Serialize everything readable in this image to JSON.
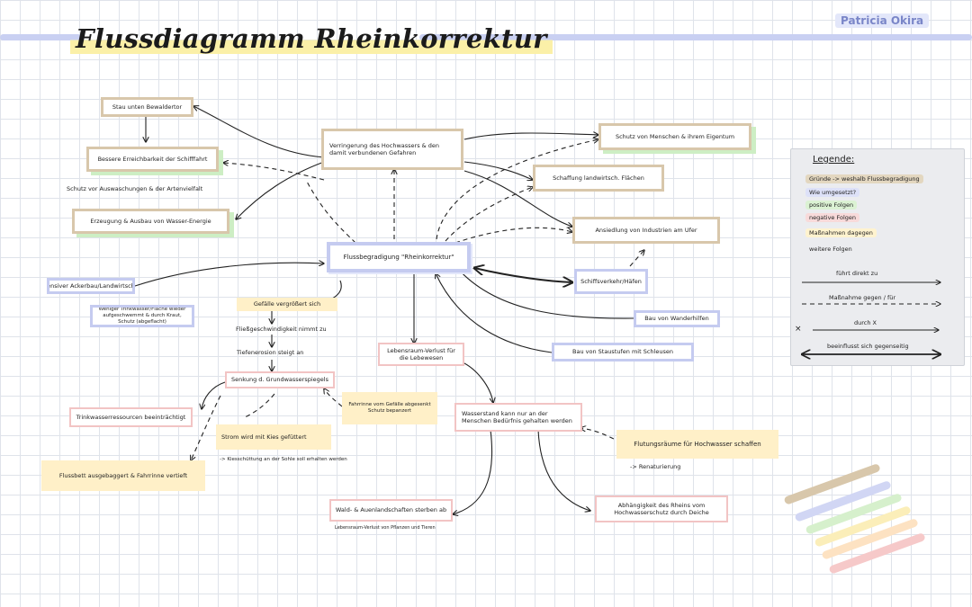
{
  "header": {
    "title": "Flussdiagramm Rheinkorrektur",
    "author": "Patricia Okira"
  },
  "nodes": {
    "center": "Flussbegradigung \"Rheinkorrektur\"",
    "top_mid": "Verringerung des Hochwassers & den damit verbundenen Gefahren",
    "top_left_1": "Stau unten Bewaldertor",
    "top_left_2": "Bessere Erreichbarkeit der Schifffahrt",
    "left_plain": "Schutz vor Auswaschungen & der Artenvielfalt",
    "left_3": "Erzeugung & Ausbau von Wasser-Energie",
    "left_blue_1": "Intensiver Ackerbau/Landwirtschaft",
    "left_blue_2": "Weniger Trinkwasser/Fläche wieder aufgeschwemmt & durch Kraut, Schutz (abgeflacht)",
    "right_1": "Schutz von Menschen & ihrem Eigentum",
    "right_2": "Schaffung landwirtsch. Flächen",
    "right_3": "Ansiedlung von Industrien am Ufer",
    "right_blue_1": "Schiffsverkehr/Häfen",
    "right_blue_2": "Bau von Wanderhilfen",
    "right_blue_3": "Bau von Staustufen mit Schleusen",
    "chain_1": "Gefälle vergrößert sich",
    "chain_2": "Fließgeschwindigkeit nimmt zu",
    "chain_3": "Tiefenerosion steigt an",
    "chain_4": "Senkung d. Grundwasserspiegels",
    "left_pink": "Trinkwasserressourcen beeinträchtigt",
    "left_yel": "Flussbett ausgebaggert & Fahrrinne vertieft",
    "mid_yel": "Strom wird mit Kies gefüttert",
    "mid_note": "-> Kiesschüttung an der Sohle soll erhalten werden",
    "mid_yel_2": "Fahrrinne vom Gefälle abgesenkt Schutz bepanzert",
    "pink_center": "Lebensraum-Verlust für die Lebewesen",
    "pink_right": "Wasserstand kann nur an der Menschen Bedürfnis gehalten werden",
    "yel_right": "Flutungsräume für Hochwasser schaffen",
    "yel_right_note": "-> Renaturierung",
    "pink_bottom_1": "Wald- & Auenlandschaften sterben ab",
    "pink_bottom_1_note": "Lebensraum-Verlust von Pflanzen und Tieren",
    "pink_bottom_2": "Abhängigkeit des Rheins vom Hochwasserschutz durch Deiche"
  },
  "legend": {
    "title": "Legende:",
    "items": [
      "Gründe -> weshalb Flussbegradigung",
      "Wie umgesetzt?",
      "positive Folgen",
      "negative Folgen",
      "Maßnahmen dagegen",
      "weitere Folgen"
    ],
    "lines": [
      "führt direkt zu",
      "Maßnahme gegen / für",
      "durch X",
      "beeinflusst sich gegenseitig"
    ],
    "cross_symbol": "×"
  },
  "colors": {
    "tan": "#d8c7ab",
    "blue": "#c5cbf0",
    "green": "#cdeec4",
    "pink": "#f2c4c4",
    "yellow": "#fff0c8"
  }
}
